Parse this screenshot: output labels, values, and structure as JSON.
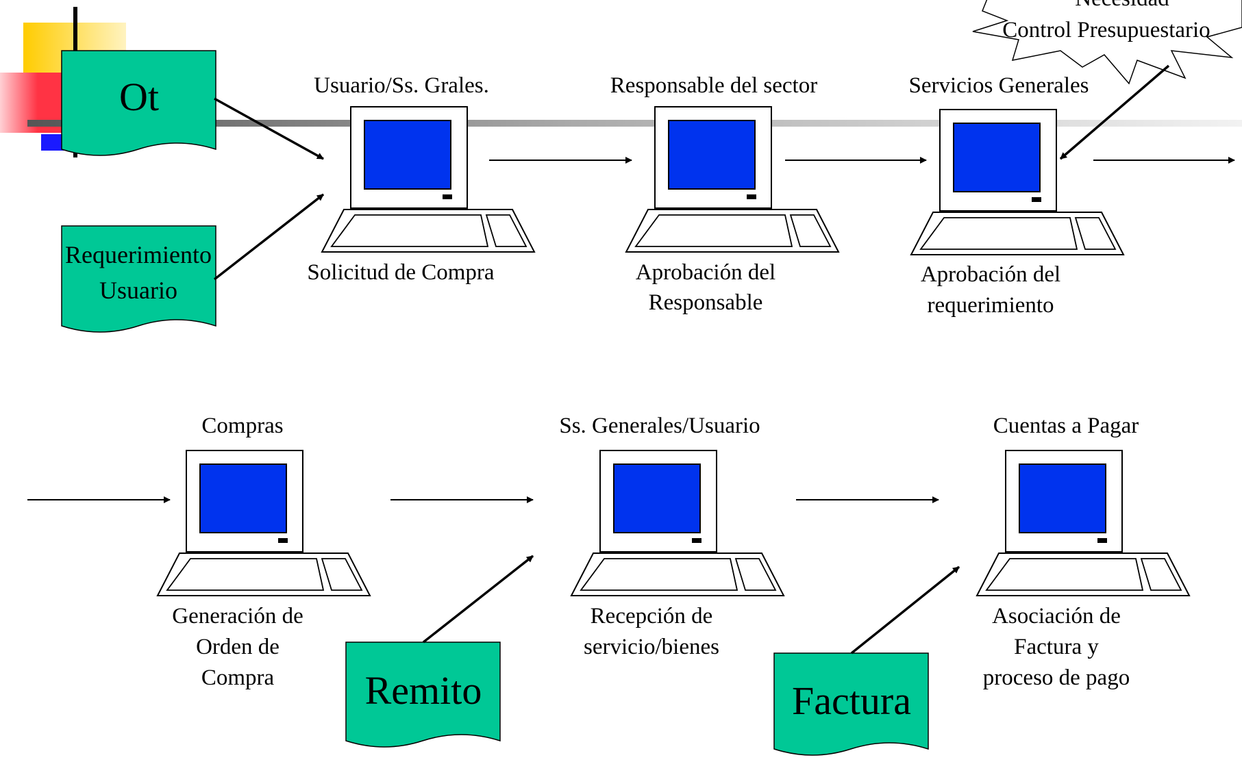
{
  "colors": {
    "doc_fill": "#00c896",
    "screen": "#0033ee",
    "stroke": "#000000",
    "deco_yellow": "#ffcc00",
    "deco_red": "#ff3344",
    "deco_blue": "#1a1aff"
  },
  "documents": {
    "ot": "Ot",
    "requerimiento": [
      "Requerimiento",
      "Usuario"
    ],
    "remito": "Remito",
    "factura": "Factura"
  },
  "callout": [
    "Necesidad",
    "Control Presupuestario"
  ],
  "stations": [
    {
      "role": "Usuario/Ss. Grales.",
      "desc": [
        "Solicitud de Compra"
      ]
    },
    {
      "role": "Responsable del sector",
      "desc": [
        "Aprobación del",
        "Responsable"
      ]
    },
    {
      "role": "Servicios Generales",
      "desc": [
        "Aprobación del",
        "requerimiento"
      ]
    },
    {
      "role": "Compras",
      "desc": [
        "Generación de",
        "Orden de",
        "Compra"
      ]
    },
    {
      "role": "Ss. Generales/Usuario",
      "desc": [
        "Recepción de",
        "servicio/bienes"
      ]
    },
    {
      "role": "Cuentas a Pagar",
      "desc": [
        "Asociación de",
        "Factura y",
        "proceso de pago"
      ]
    }
  ]
}
